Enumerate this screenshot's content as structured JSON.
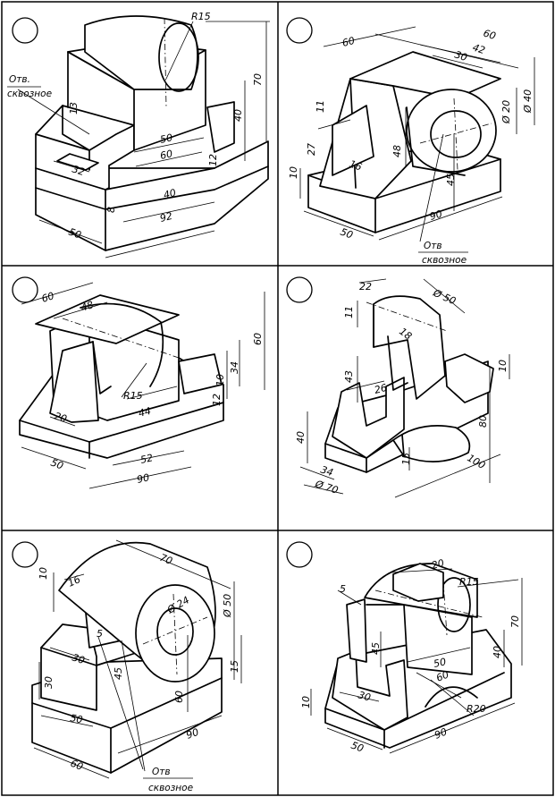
{
  "panels": [
    {
      "id": 1,
      "dims": [
        "R15",
        "70",
        "40",
        "13",
        "50",
        "60",
        "32",
        "12",
        "40",
        "92",
        "8",
        "50"
      ],
      "note": [
        "Отв.",
        "сквозное"
      ]
    },
    {
      "id": 2,
      "dims": [
        "60",
        "60",
        "42",
        "30",
        "Ø 20",
        "Ø 40",
        "11",
        "27",
        "16",
        "48",
        "10",
        "45",
        "90",
        "50"
      ],
      "note": [
        "Отв",
        "сквозное"
      ]
    },
    {
      "id": 3,
      "dims": [
        "60",
        "48",
        "60",
        "R15",
        "34",
        "12",
        "10",
        "20",
        "44",
        "52",
        "90",
        "50"
      ]
    },
    {
      "id": 4,
      "dims": [
        "22",
        "Ø 50",
        "11",
        "18",
        "10",
        "43",
        "26",
        "80",
        "40",
        "15",
        "100",
        "34",
        "Ø 70"
      ]
    },
    {
      "id": 5,
      "dims": [
        "70",
        "10",
        "16",
        "Ø 24",
        "Ø 50",
        "5",
        "30",
        "45",
        "15",
        "30",
        "60",
        "50",
        "90",
        "60"
      ],
      "note": [
        "Отв",
        "сквозное"
      ]
    },
    {
      "id": 6,
      "dims": [
        "20",
        "5",
        "R15",
        "70",
        "45",
        "40",
        "50",
        "60",
        "30",
        "10",
        "R20",
        "90",
        "50"
      ]
    }
  ]
}
